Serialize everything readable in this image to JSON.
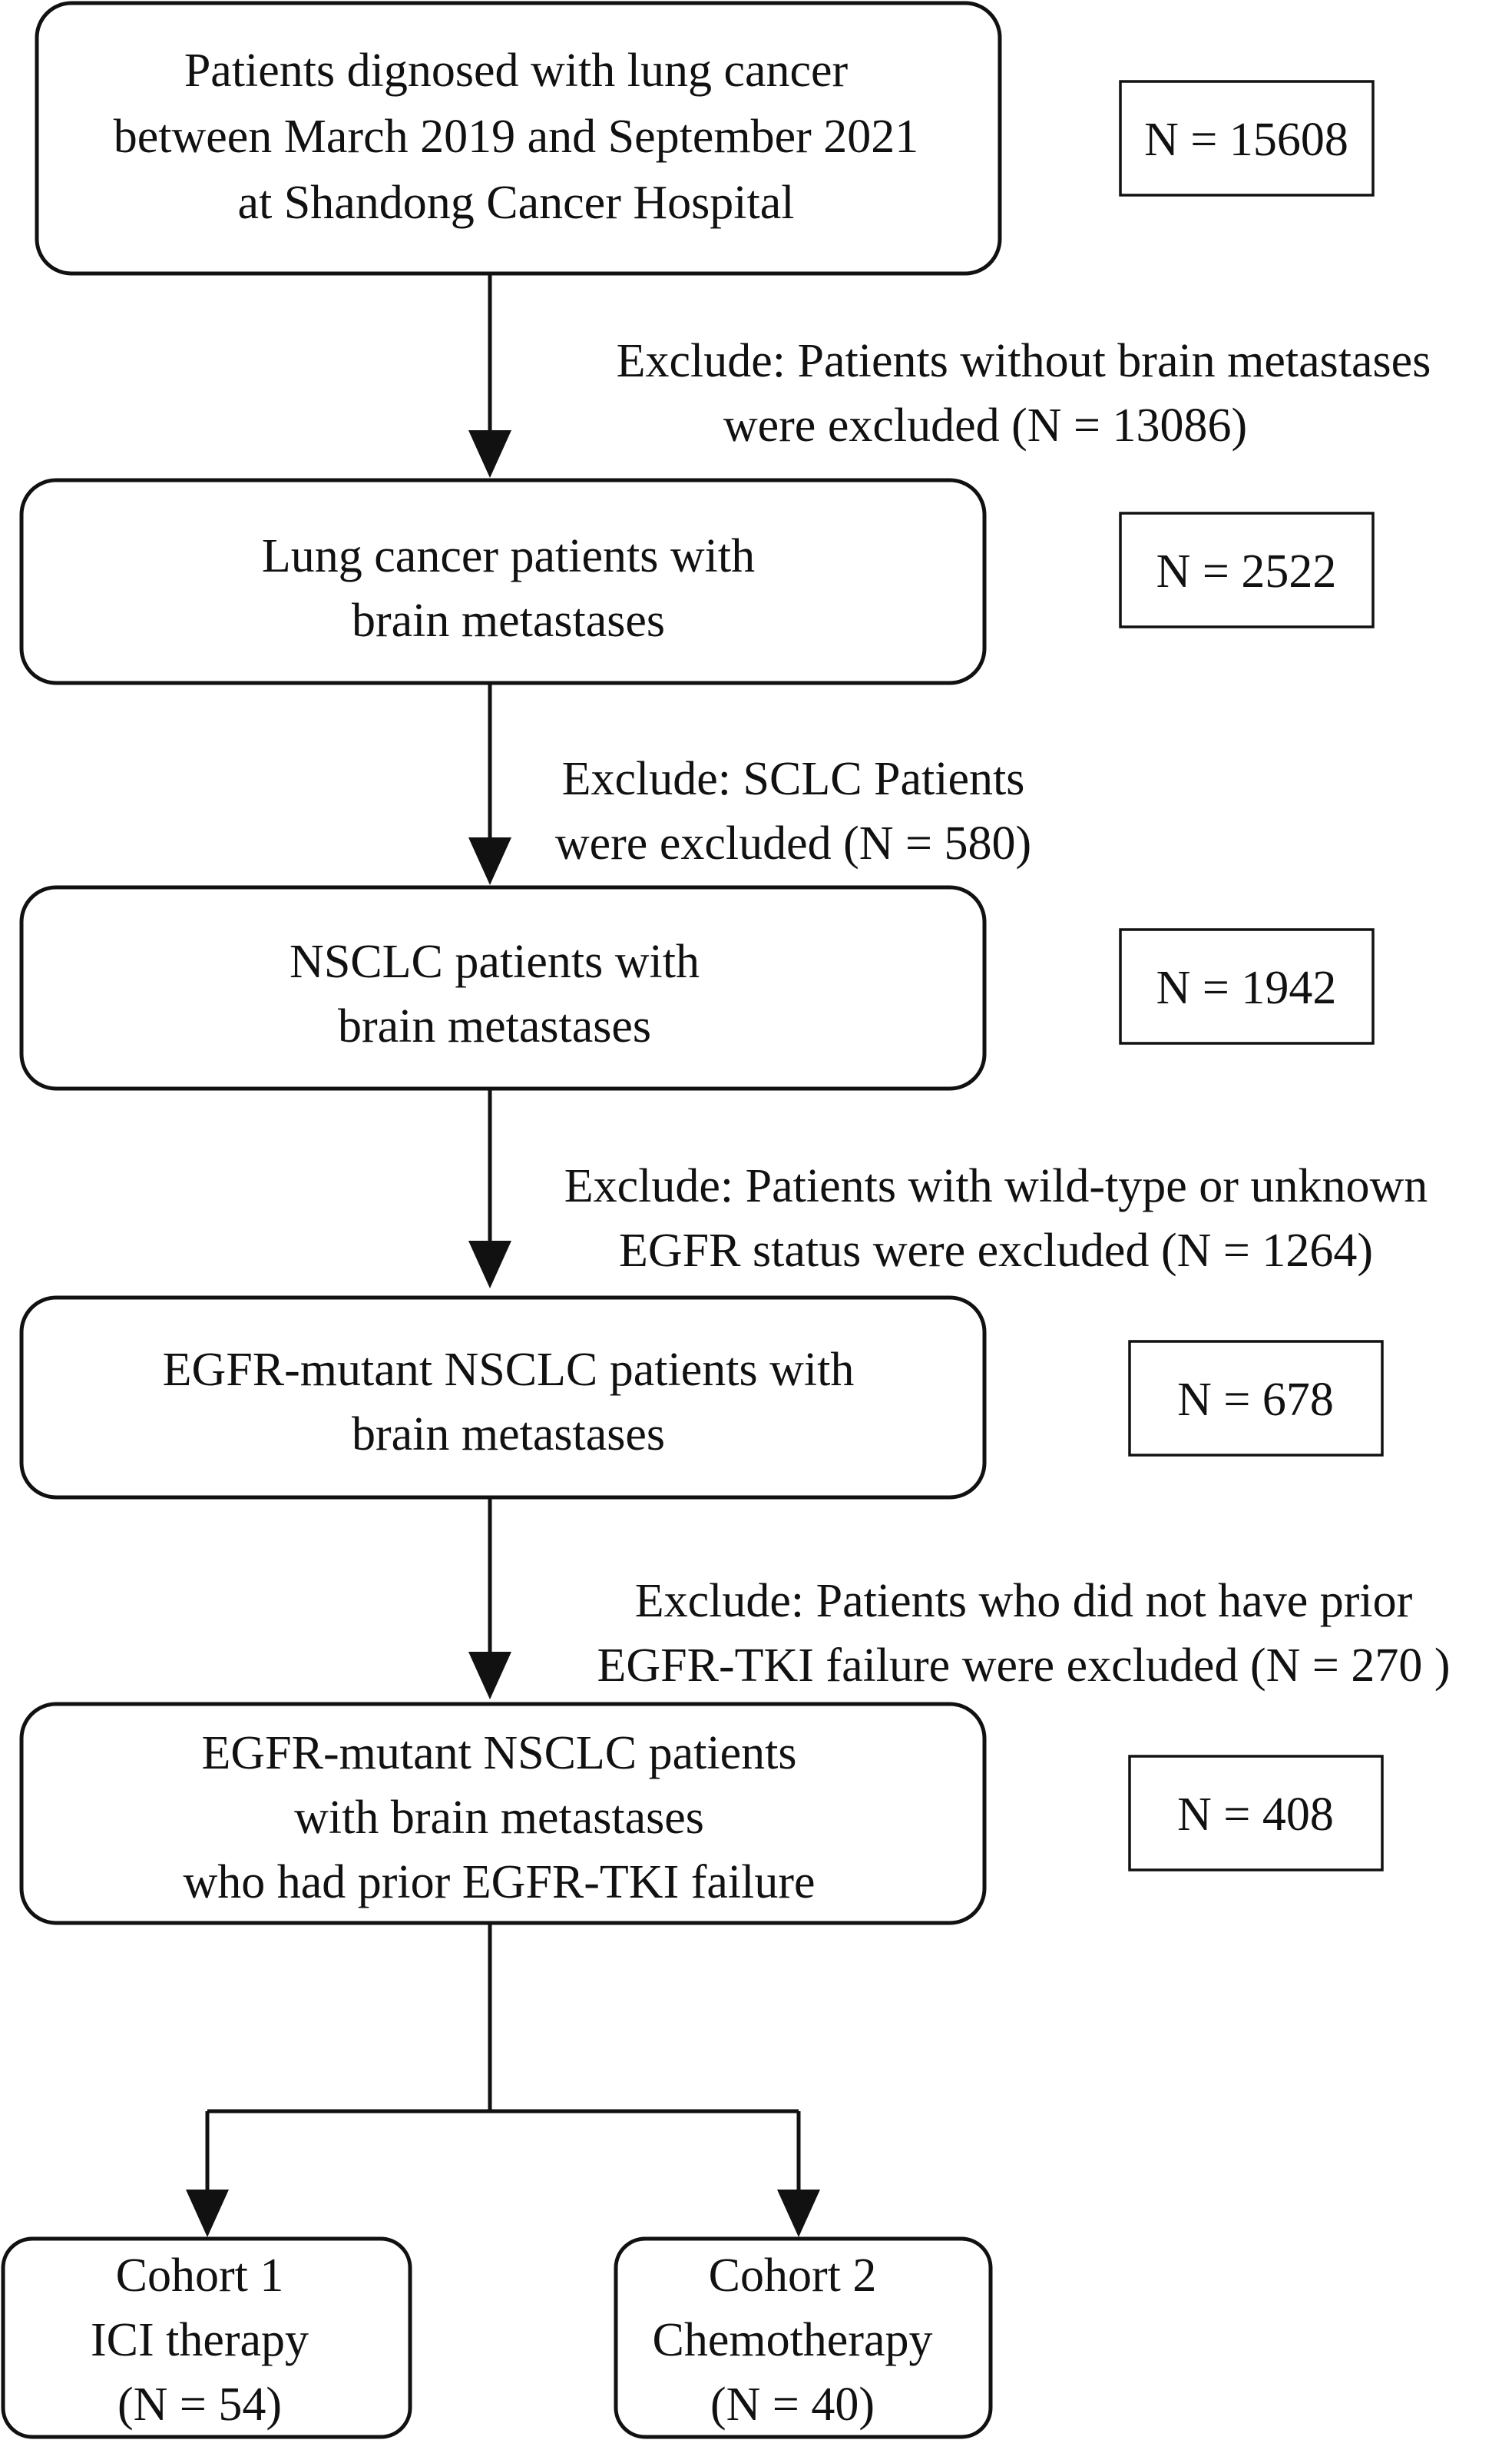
{
  "colors": {
    "stroke": "#111111",
    "background": "#ffffff"
  },
  "stages": [
    {
      "lines": [
        "Patients dignosed with lung cancer",
        "between March 2019 and September 2021",
        "at Shandong Cancer Hospital"
      ],
      "count": "N = 15608"
    },
    {
      "lines": [
        "Lung cancer patients with",
        "brain metastases"
      ],
      "count": "N = 2522"
    },
    {
      "lines": [
        "NSCLC patients with",
        "brain metastases"
      ],
      "count": "N = 1942"
    },
    {
      "lines": [
        "EGFR-mutant NSCLC patients with",
        "brain metastases"
      ],
      "count": "N = 678"
    },
    {
      "lines": [
        "EGFR-mutant NSCLC patients",
        "with brain metastases",
        "who had prior EGFR-TKI failure"
      ],
      "count": "N = 408"
    }
  ],
  "exclusions": [
    {
      "lines": [
        "Exclude: Patients without brain metastases",
        "were excluded (N = 13086)"
      ]
    },
    {
      "lines": [
        "Exclude: SCLC Patients",
        "were excluded (N = 580)"
      ]
    },
    {
      "lines": [
        "Exclude: Patients with wild-type or unknown",
        "EGFR status were excluded (N = 1264)"
      ]
    },
    {
      "lines": [
        "Exclude: Patients who did not have prior",
        "EGFR-TKI failure were excluded (N = 270 )"
      ]
    }
  ],
  "cohorts": [
    {
      "lines": [
        "Cohort 1",
        "ICI therapy",
        "(N = 54)"
      ]
    },
    {
      "lines": [
        "Cohort 2",
        "Chemotherapy",
        "(N = 40)"
      ]
    }
  ]
}
